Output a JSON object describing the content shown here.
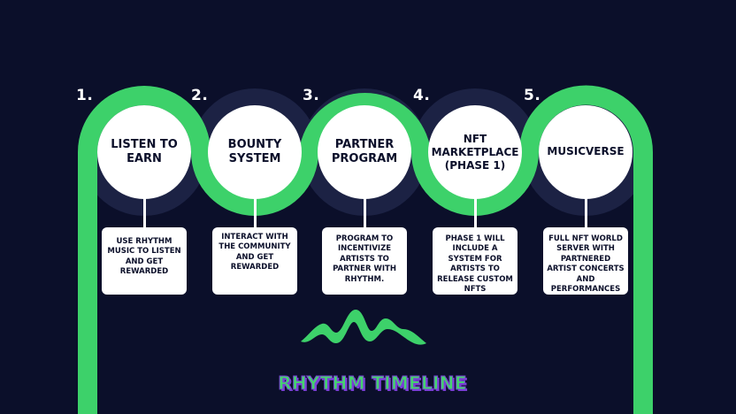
{
  "title": "RHYTHM TIMELINE",
  "colors": {
    "background": "#0b0f2a",
    "track_green": "#3dd16a",
    "dark_ring": "#1c2244",
    "circle_fill": "#ffffff",
    "title_purple": "#7a3fd6"
  },
  "logo_icon": "wave-logo-icon",
  "steps": [
    {
      "number": "1.",
      "name": "LISTEN TO EARN",
      "description": "USE RHYTHM MUSIC TO LISTEN AND GET REWARDED"
    },
    {
      "number": "2.",
      "name": "BOUNTY SYSTEM",
      "description": "INTERACT WITH THE COMMUNITY AND GET REWARDED"
    },
    {
      "number": "3.",
      "name": "PARTNER PROGRAM",
      "description": "PROGRAM TO INCENTIVIZE ARTISTS TO PARTNER WITH RHYTHM."
    },
    {
      "number": "4.",
      "name": "NFT MARKETPLACE (PHASE 1)",
      "description": "PHASE 1 WILL INCLUDE A SYSTEM FOR ARTISTS TO RELEASE CUSTOM NFTS"
    },
    {
      "number": "5.",
      "name": "MUSICVERSE",
      "description": "FULL NFT WORLD SERVER WITH PARTNERED ARTIST CONCERTS AND PERFORMANCES"
    }
  ]
}
